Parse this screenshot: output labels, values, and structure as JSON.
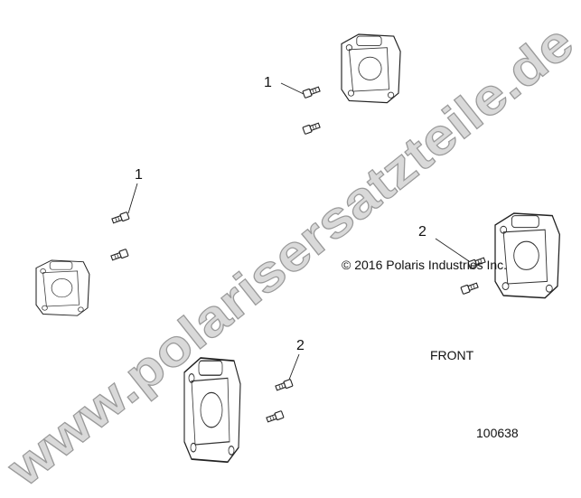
{
  "copyright": "© 2016 Polaris Industries Inc.",
  "orientation_label": "FRONT",
  "diagram_number": "100638",
  "watermark": "www.polarisersatzteile.de",
  "callouts": [
    "1",
    "1",
    "2",
    "2"
  ]
}
